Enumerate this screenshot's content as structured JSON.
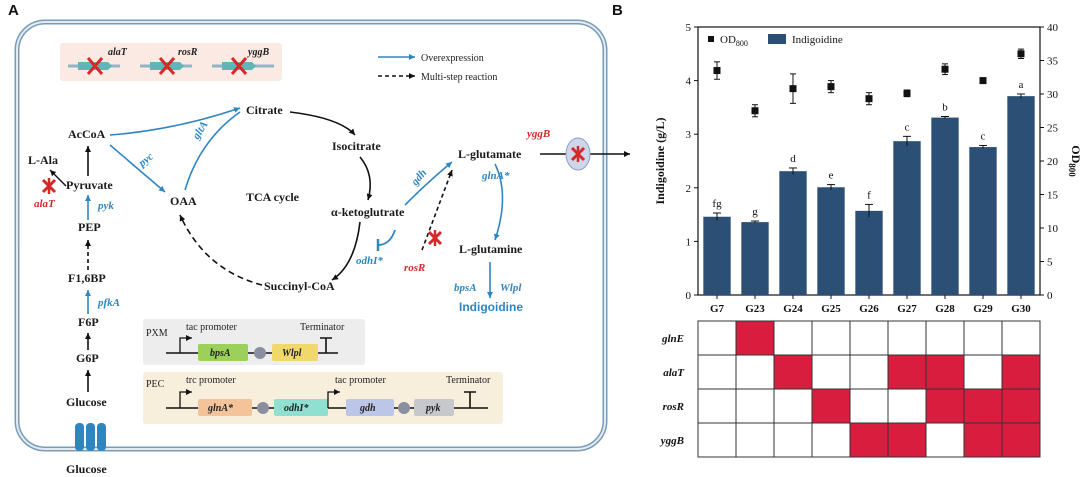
{
  "panels": {
    "a": "A",
    "b": "B"
  },
  "legend": {
    "overexpression": "Overexpression",
    "multistep": "Multi-step reaction"
  },
  "deleted_genes": [
    "alaT",
    "rosR",
    "yggB"
  ],
  "metabolites": {
    "citrate": "Citrate",
    "isocitrate": "Isocitrate",
    "acoa": "AcCoA",
    "lala": "L-Ala",
    "pyruvate": "Pyruvate",
    "oaa": "OAA",
    "tca": "TCA cycle",
    "akg": "α-ketoglutrate",
    "lglu": "L-glutamate",
    "lgln": "L-glutamine",
    "pep": "PEP",
    "f16bp": "F1,6BP",
    "f6p": "F6P",
    "g6p": "G6P",
    "glucose_in": "Glucose",
    "glucose_out": "Glucose",
    "succ": "Succinyl-CoA",
    "indig": "Indigoidine"
  },
  "enzymes": {
    "glta": "gltA",
    "pyc": "pyc",
    "pyk": "pyk",
    "pfka": "pfkA",
    "gdh": "gdh",
    "glna": "glnA*",
    "odhi": "odhI*",
    "bpsa": "bpsA",
    "wlpl": "Wlpl",
    "alat": "alaT",
    "rosr": "rosR",
    "yggb": "yggB"
  },
  "constructs": {
    "pxm": {
      "name": "PXM",
      "promoter": "tac promoter",
      "terminator": "Terminator",
      "genes": [
        "bpsA",
        "Wlpl"
      ]
    },
    "pec": {
      "name": "PEC",
      "promoter1": "trc promoter",
      "promoter2": "tac promoter",
      "terminator": "Terminator",
      "genes": [
        "glnA*",
        "odhI*",
        "gdh",
        "pyk"
      ]
    }
  },
  "chart_data": {
    "type": "bar",
    "categories": [
      "G7",
      "G23",
      "G24",
      "G25",
      "G26",
      "G27",
      "G28",
      "G29",
      "G30"
    ],
    "series": [
      {
        "name": "Indigoidine",
        "values": [
          1.46,
          1.36,
          2.31,
          2.01,
          1.57,
          2.87,
          3.31,
          2.76,
          3.71
        ],
        "errors": [
          0.07,
          0.02,
          0.06,
          0.05,
          0.12,
          0.09,
          0.02,
          0.03,
          0.04
        ],
        "axis": "left"
      },
      {
        "name": "OD800",
        "values": [
          33.5,
          27.5,
          30.8,
          31.1,
          29.3,
          30.1,
          33.7,
          32.0,
          36.0
        ],
        "errors": [
          1.3,
          0.9,
          2.2,
          0.9,
          0.9,
          0.5,
          0.8,
          0.3,
          0.7
        ],
        "axis": "right"
      }
    ],
    "significance": [
      "fg",
      "g",
      "d",
      "e",
      "f",
      "c",
      "b",
      "c",
      "a"
    ],
    "ylabel": "Indigoidine (g/L)",
    "y2label_main": "OD",
    "y2label_sub": "800",
    "legend_od_main": "OD",
    "legend_od_sub": "800",
    "legend_bar": "Indigoidine",
    "ylim": [
      0,
      5
    ],
    "y2lim": [
      0,
      40
    ],
    "yticks": [
      "0",
      "1",
      "2",
      "3",
      "4",
      "5"
    ],
    "y2ticks": [
      "0",
      "5",
      "10",
      "15",
      "20",
      "25",
      "30",
      "35",
      "40"
    ],
    "bar_color": "#2c5075"
  },
  "genotype": {
    "rows": [
      "glnE",
      "alaT",
      "rosR",
      "yggB"
    ],
    "matrix": [
      [
        0,
        1,
        0,
        0,
        0,
        0,
        0,
        0,
        0
      ],
      [
        0,
        0,
        1,
        0,
        0,
        1,
        1,
        0,
        1
      ],
      [
        0,
        0,
        0,
        1,
        0,
        0,
        1,
        1,
        1
      ],
      [
        0,
        0,
        0,
        0,
        1,
        1,
        0,
        1,
        1
      ]
    ],
    "fill_color": "#d91d3e"
  },
  "colors": {
    "blue": "#2e86c1",
    "red": "#d62828",
    "cell": "#c8d7e4"
  }
}
